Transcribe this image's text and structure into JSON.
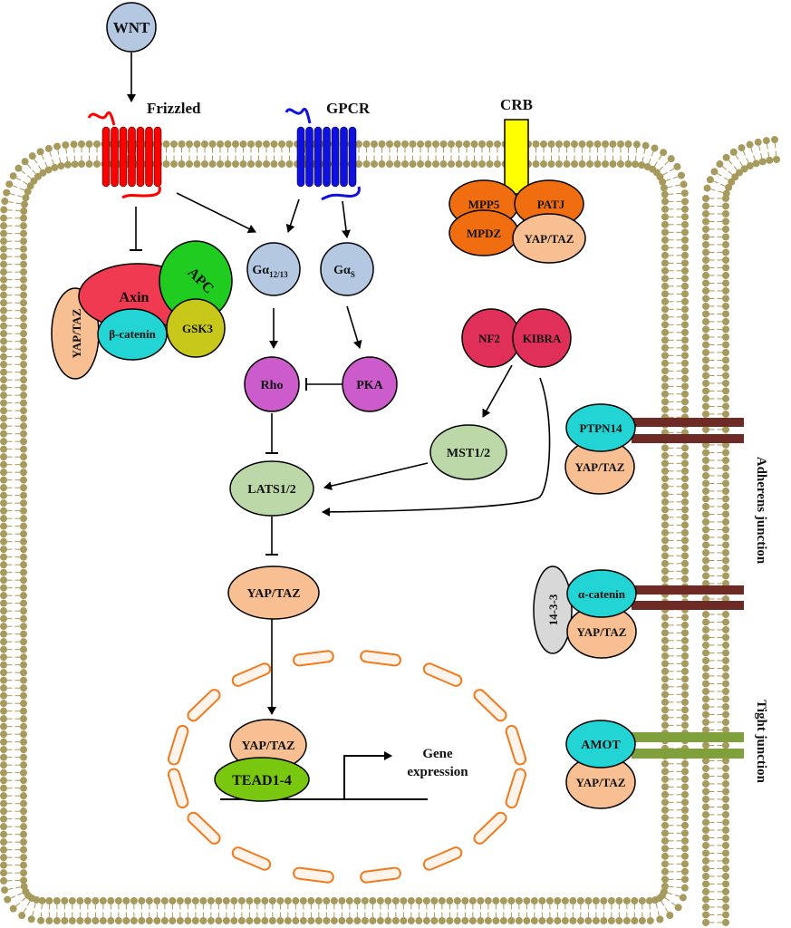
{
  "labels": {
    "wnt": "WNT",
    "frizzled": "Frizzled",
    "gpcr": "GPCR",
    "crb": "CRB",
    "g12_main": "Gα",
    "g12_sub": "12/13",
    "gs_main": "Gα",
    "gs_sub": "S",
    "rho": "Rho",
    "pka": "PKA",
    "lats": "LATS1/2",
    "mst": "MST1/2",
    "nf2": "NF2",
    "kibra": "KIBRA",
    "yap_main": "YAP/TAZ",
    "yap_nuclear": "YAP/TAZ",
    "tead": "TEAD1-4",
    "gene_line1": "Gene",
    "gene_line2": "expression",
    "axin": "Axin",
    "apc": "APC",
    "gsk3": "GSK3",
    "beta_catenin": "β-catenin",
    "yap_destruction": "YAP/TAZ",
    "mpp5": "MPP5",
    "patj": "PATJ",
    "mpdz": "MPDZ",
    "yap_crb": "YAP/TAZ",
    "ptpn14": "PTPN14",
    "yap_ptpn14": "YAP/TAZ",
    "alpha_catenin": "α-catenin",
    "p1433": "14-3-3",
    "yap_alpha": "YAP/TAZ",
    "amot": "AMOT",
    "yap_amot": "YAP/TAZ",
    "adherens_junction": "Adherens junction",
    "tight_junction": "Tight junction"
  },
  "colors": {
    "membrane": "#a69a5c",
    "frizzled": "#ff0000",
    "gpcr": "#1010e0",
    "crb": "#ffff00",
    "g_protein": "#b4c8e2",
    "rho_pka": "#cc5ccc",
    "nf2_kibra": "#e0305a",
    "lats_mst": "#bcd8a8",
    "yap_taz": "#f7bf92",
    "tead": "#7ac70f",
    "nucleus": "#f07a1c",
    "axin": "#f03a52",
    "apc": "#1fcc1f",
    "gsk3": "#c8c81a",
    "cyan": "#22d4d4",
    "crb_complex": "#f06e10",
    "p1433": "#d8d8d8",
    "adherens_bar": "#6e2a24",
    "tight_bar": "#7fa03a"
  }
}
